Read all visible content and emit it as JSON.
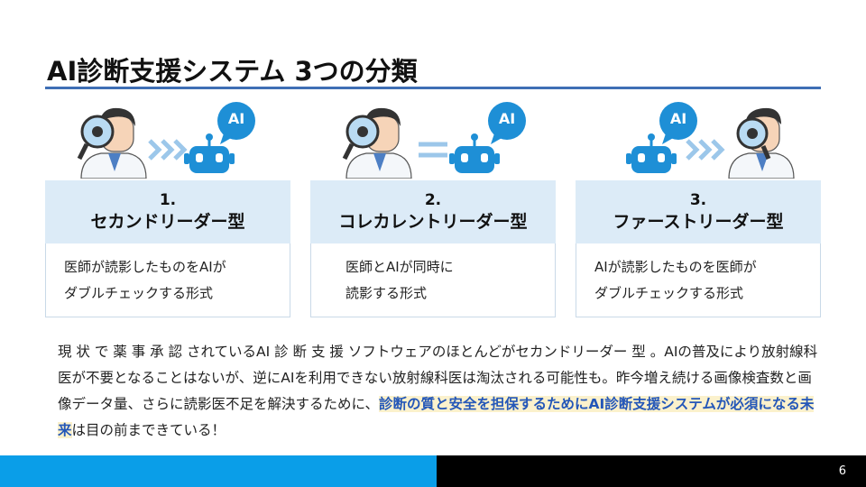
{
  "slide": {
    "title": "AI診断支援システム 3つの分類",
    "page_number": "6",
    "colors": {
      "accent": "#3f6fb5",
      "header_fill": "#dcebf7",
      "footer_blue": "#0a9ee8",
      "highlight": "#2457b8"
    }
  },
  "illustrations": [
    {
      "badge": "AI",
      "connector": "chevrons-icon"
    },
    {
      "badge": "AI",
      "connector": "equals-icon"
    },
    {
      "badge": "AI",
      "connector": "chevrons-icon"
    }
  ],
  "columns": [
    {
      "number": "1.",
      "name": "セカンドリーダー型",
      "desc": [
        "医師が読影したものをAIが",
        "ダブルチェックする形式"
      ]
    },
    {
      "number": "2.",
      "name": "コレカレントリーダー型",
      "desc": [
        "医師とAIが同時に",
        "読影する形式"
      ]
    },
    {
      "number": "3.",
      "name": "ファーストリーダー型",
      "desc": [
        "AIが読影したものを医師が",
        "ダブルチェックする形式"
      ]
    }
  ],
  "paragraph": {
    "lead": "現 状 で 薬 事 承 認 されているAI 診 断 支 援 ソフトウェアのほとんどがセカンドリーダー 型 。AIの普及により放射線科医が不要となることはないが、逆にAIを利用できない放射線科医は淘汰される可能性も。昨今増え続ける画像検査数と画像データ量、さらに読影医不足を解決するために、",
    "highlight": "診断の質と安全を担保するためにAI診断支援システムが必須になる未来",
    "tail": "は目の前まできている！"
  }
}
